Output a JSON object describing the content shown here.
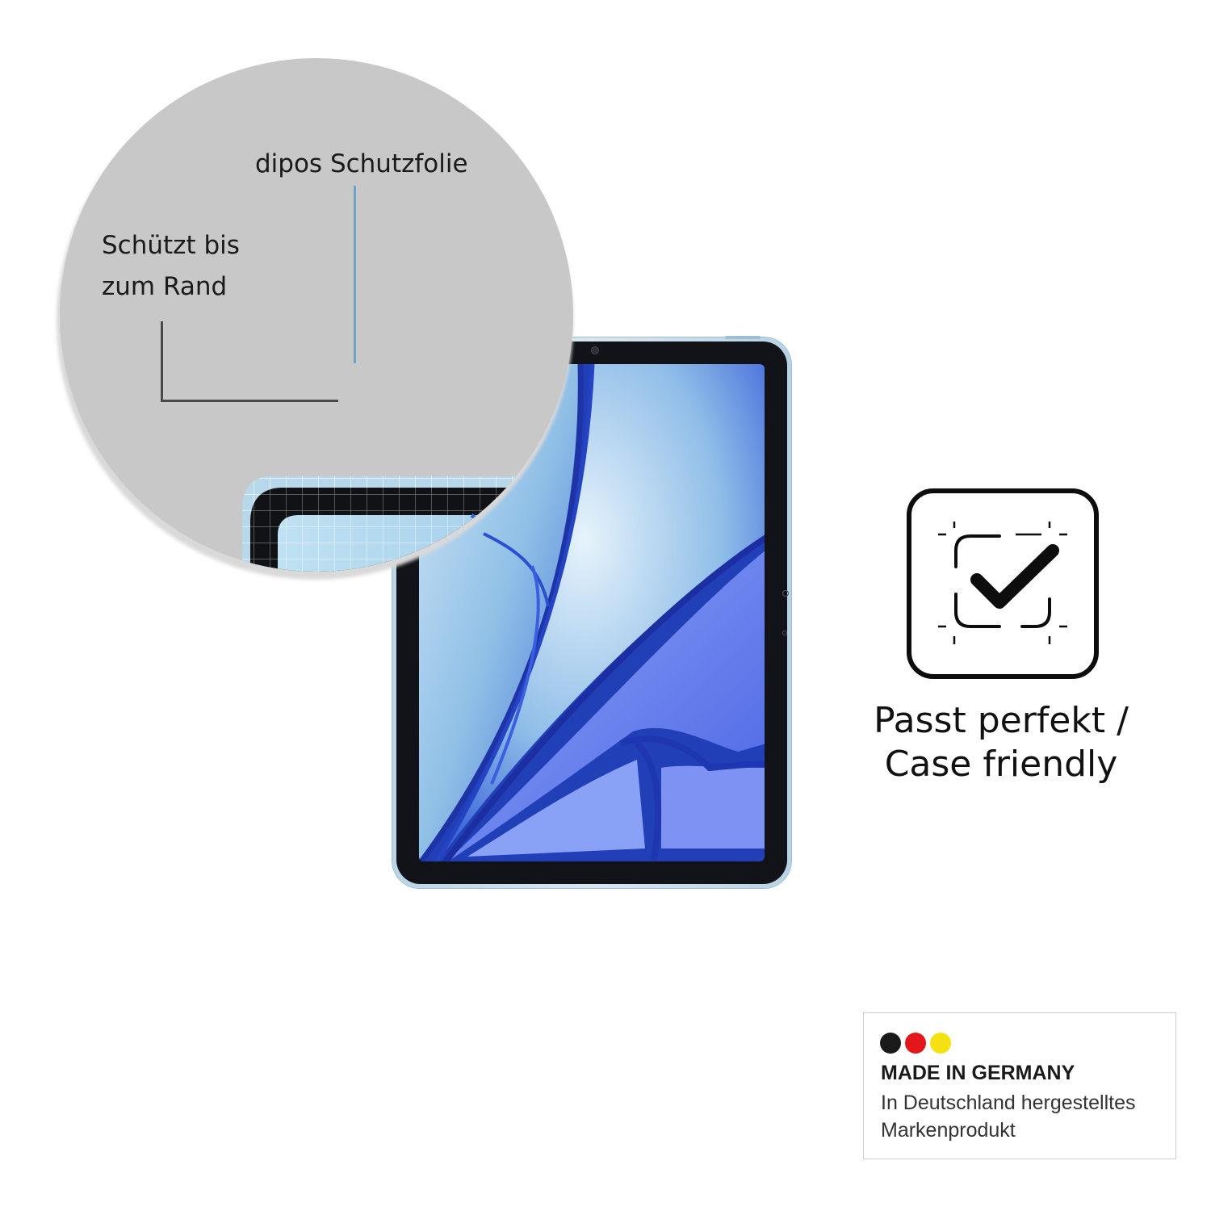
{
  "callout": {
    "film_label": "dipos Schutzfolie",
    "edge_label_line1": "Schützt bis",
    "edge_label_line2": "zum Rand"
  },
  "fit": {
    "icon": "check-frame-icon",
    "label_line1": "Passt perfekt /",
    "label_line2": "Case friendly"
  },
  "badge": {
    "title": "MADE IN GERMANY",
    "line1": "In Deutschland hergestelltes",
    "line2": "Markenprodukt",
    "flag_colors": [
      "#1a1a1a",
      "#e3161b",
      "#f5e112"
    ]
  },
  "colors": {
    "callout_bg": "#c8c8c8",
    "film_line": "#6aa6c4",
    "edge_line": "#4a4a4a",
    "tablet_frame": "#c6dded",
    "screen_accent": "#2f56d9"
  }
}
